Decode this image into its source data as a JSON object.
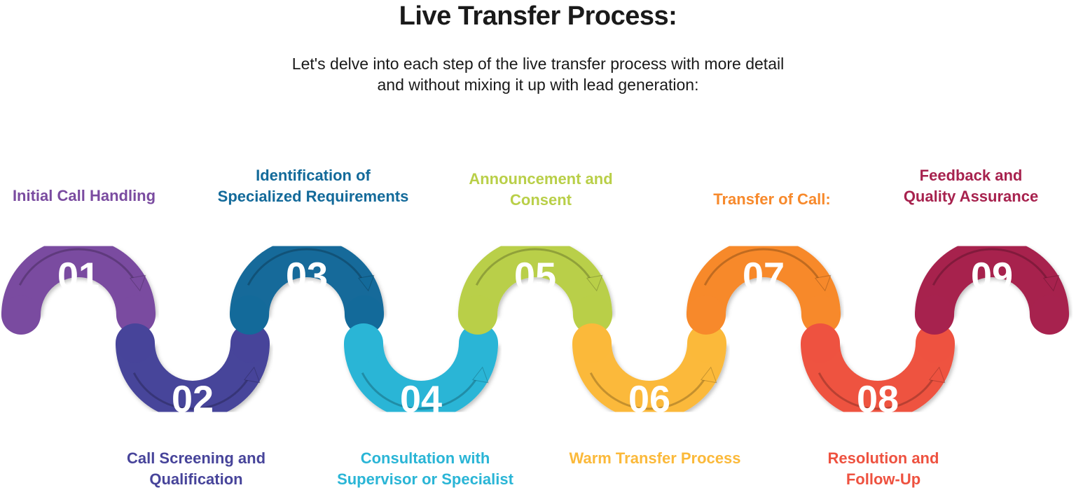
{
  "header": {
    "title": "Live Transfer Process:",
    "subtitle_line1": "Let's delve into each step of the live transfer process with more detail",
    "subtitle_line2": "and without mixing it up with lead generation:"
  },
  "steps": [
    {
      "number": "01",
      "line1": "Initial Call Handling",
      "line2": "",
      "color": "#7a4ba0"
    },
    {
      "number": "02",
      "line1": "Call Screening and",
      "line2": "Qualification",
      "color": "#47449a"
    },
    {
      "number": "03",
      "line1": "Identification of",
      "line2": "Specialized Requirements",
      "color": "#136a9a"
    },
    {
      "number": "04",
      "line1": "Consultation with",
      "line2": "Supervisor or Specialist",
      "color": "#2ab5d6"
    },
    {
      "number": "05",
      "line1": "Announcement and",
      "line2": "Consent",
      "color": "#b9cf48"
    },
    {
      "number": "06",
      "line1": "Warm Transfer Process",
      "line2": "",
      "color": "#fbb93a"
    },
    {
      "number": "07",
      "line1": "Transfer of Call:",
      "line2": "",
      "color": "#f7892b"
    },
    {
      "number": "08",
      "line1": "Resolution and",
      "line2": "Follow-Up",
      "color": "#ee5240"
    },
    {
      "number": "09",
      "line1": "Feedback and",
      "line2": "Quality Assurance",
      "color": "#a7224e"
    }
  ]
}
